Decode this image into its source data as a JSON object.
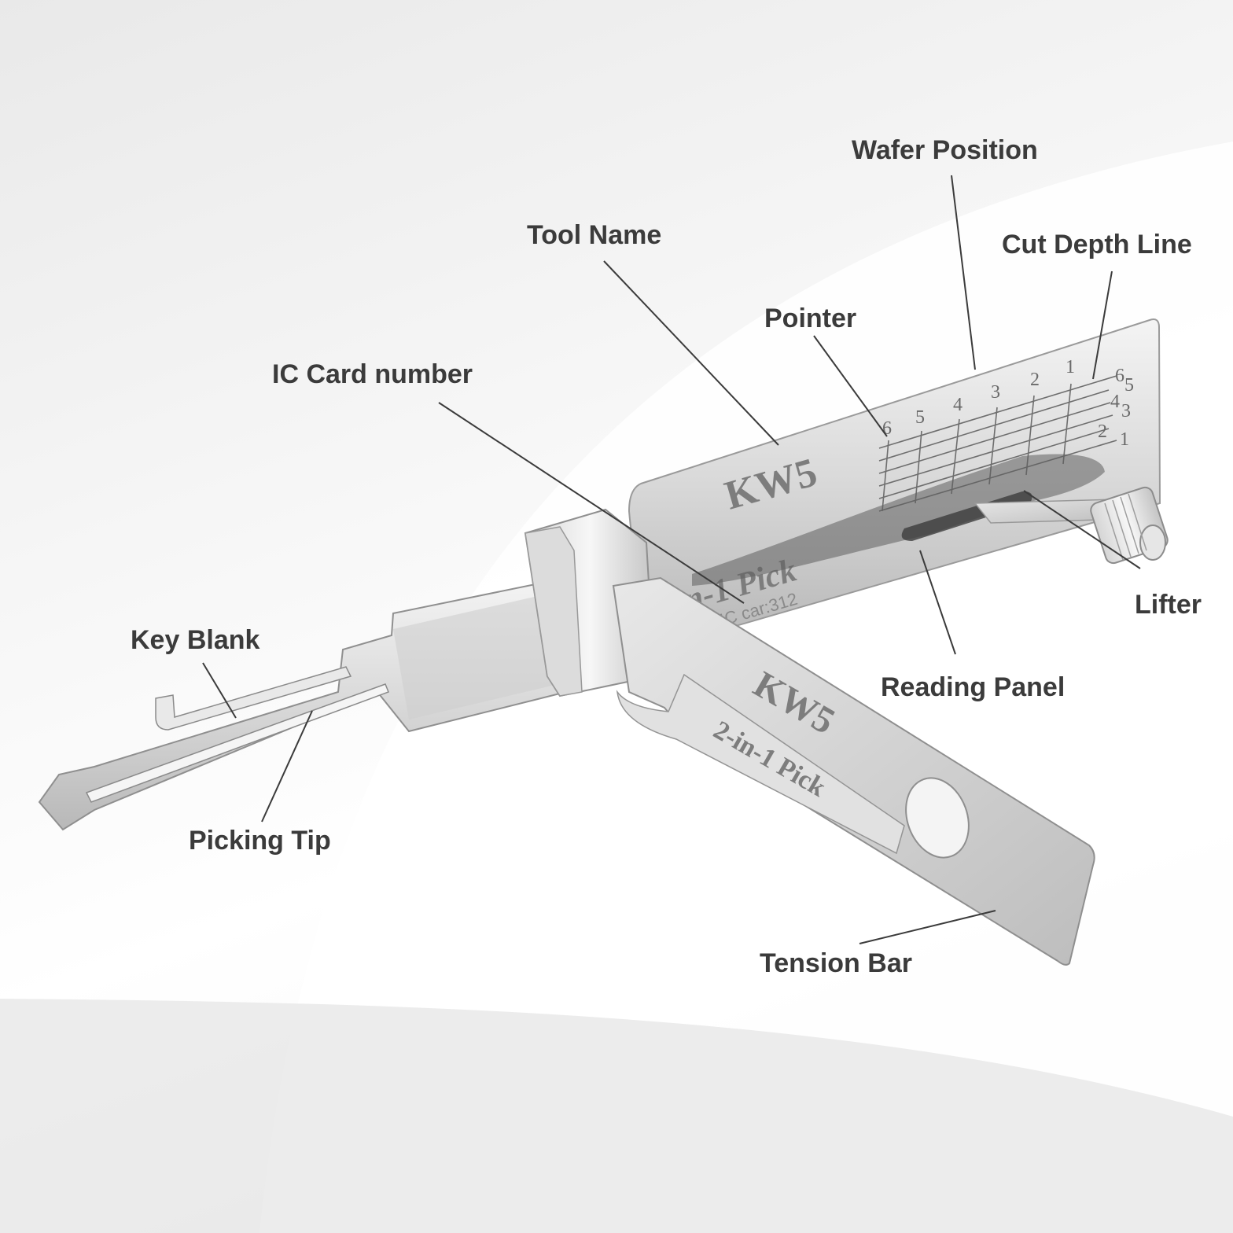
{
  "labels": {
    "wafer_position": "Wafer Position",
    "tool_name": "Tool Name",
    "cut_depth_line": "Cut Depth Line",
    "pointer": "Pointer",
    "ic_card_number": "IC Card number",
    "lifter": "Lifter",
    "key_blank": "Key Blank",
    "reading_panel": "Reading Panel",
    "picking_tip": "Picking Tip",
    "tension_bar": "Tension Bar"
  },
  "engravings": {
    "panel_model": "KW5",
    "panel_subtitle": "2-in-1 Pick",
    "ic_card": "IC car:312",
    "bar_model": "KW5",
    "bar_subtitle": "2-in-1 Pick"
  },
  "scale": {
    "wafer_numbers": [
      "6",
      "5",
      "4",
      "3",
      "2",
      "1"
    ],
    "depth_numbers": [
      "6",
      "5",
      "4",
      "3",
      "2",
      "1"
    ]
  },
  "colors": {
    "label_text": "#3b3b3b",
    "leader_line": "#3b3b3b",
    "steel_light": "#ececec",
    "steel_mid": "#c9c9c9",
    "steel_dark": "#8f8f8f"
  }
}
